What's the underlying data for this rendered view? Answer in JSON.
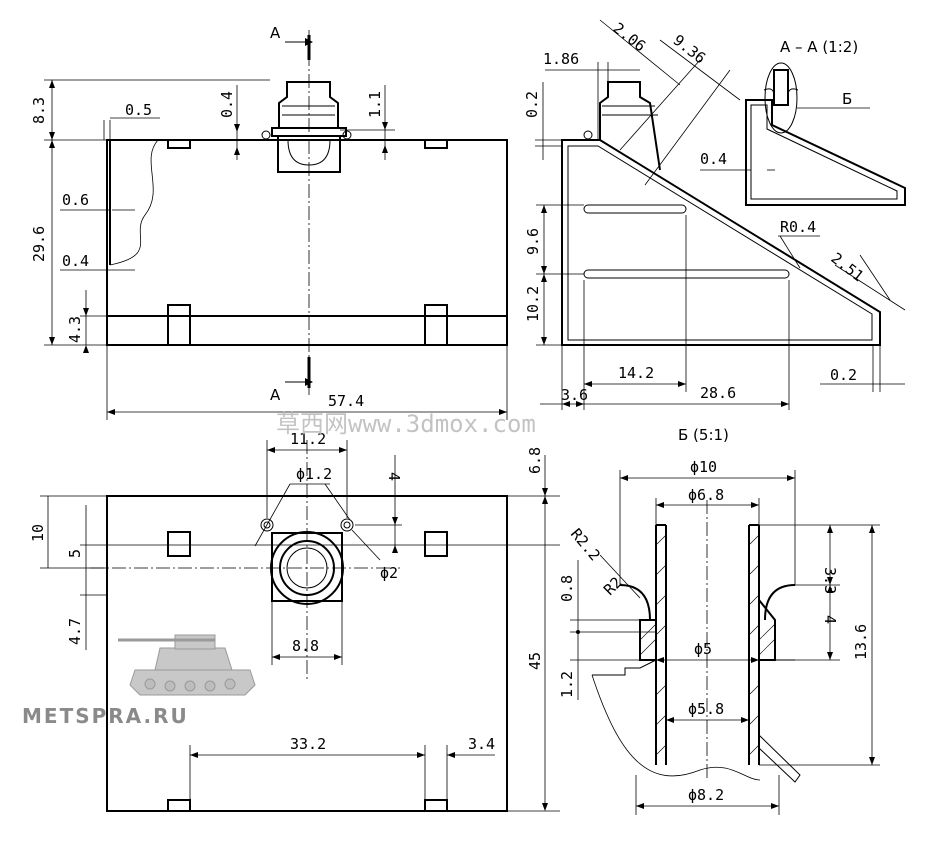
{
  "views": {
    "front": {
      "section_mark_top": "A",
      "section_mark_bottom": "A",
      "dims": {
        "top_offset": "8.3",
        "height": "29.6",
        "bottom_height": "4.3",
        "wall": "0.5",
        "flange": "0.4",
        "neck": "1.1",
        "inner": "0.6",
        "bottom_wall": "0.4",
        "width": "57.4"
      }
    },
    "side": {
      "dims": {
        "a": "1.86",
        "b": "2.06",
        "c": "9.36",
        "top": "0.2",
        "rib_spacing": "9.6",
        "rib_bottom": "10.2",
        "radius": "R0.4",
        "slope": "2.51",
        "left": "3.6",
        "rib_len": "14.2",
        "base": "28.6",
        "tip": "0.2"
      }
    },
    "section": {
      "title": "A – A (1:2)",
      "detail_callout": "Б",
      "dim_wall": "0.4"
    },
    "plan": {
      "dims": {
        "hole_spacing": "11.2",
        "hole_dia": "ϕ1.2",
        "hole_offset": "4",
        "top": "6.8",
        "left_10": "10",
        "left_5": "5",
        "left_4_7": "4.7",
        "boss_dia": "ϕ2",
        "boss_width": "8.8",
        "height": "45",
        "foot_spacing": "33.2",
        "foot_width": "3.4"
      }
    },
    "detail": {
      "title": "Б (5:1)",
      "dims": {
        "outer_top": "ϕ10",
        "inner_top": "ϕ6.8",
        "r_outer": "R2.2",
        "r_inner": "R2",
        "h_top": "3.3",
        "h_mid": "4",
        "total": "13.6",
        "gap": "0.8",
        "bore": "ϕ5",
        "lower": "1.2",
        "inner_low": "ϕ5.8",
        "outer_low": "ϕ8.2"
      }
    }
  },
  "watermarks": {
    "site": "草西网www.3dmox.com",
    "brand": "METSPRA.RU"
  }
}
